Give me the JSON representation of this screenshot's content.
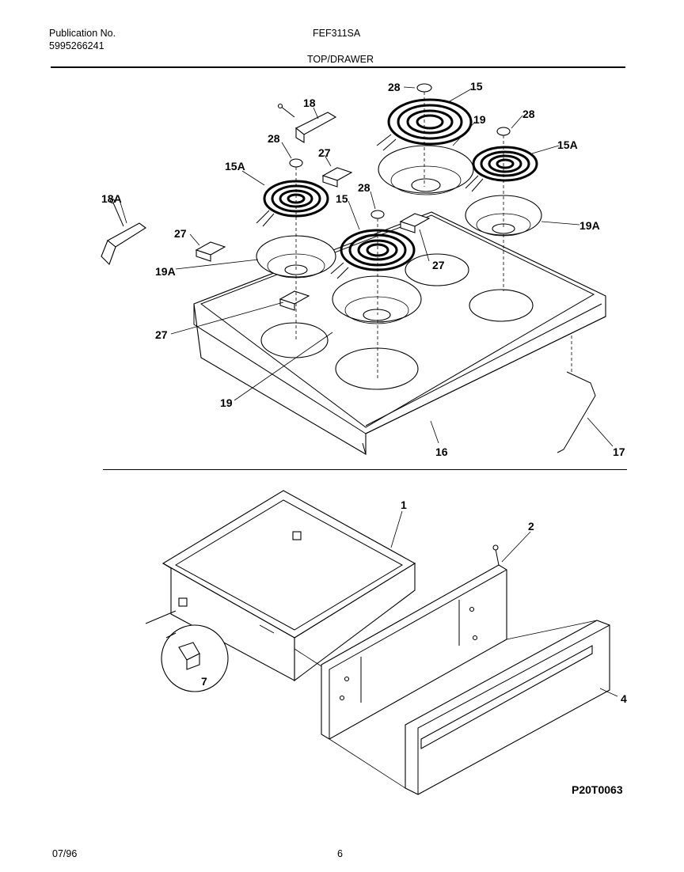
{
  "header": {
    "publication_label": "Publication No.",
    "publication_number": "5995266241",
    "model": "FEF311SA",
    "section_title": "TOP/DRAWER"
  },
  "callouts": {
    "c1": "1",
    "c2": "2",
    "c4": "4",
    "c7": "7",
    "c15_top": "15",
    "c15_mid": "15",
    "c15A_left": "15A",
    "c15A_right": "15A",
    "c16": "16",
    "c17": "17",
    "c18": "18",
    "c18A": "18A",
    "c19_top": "19",
    "c19_bottom": "19",
    "c19A_left": "19A",
    "c19A_right": "19A",
    "c27_a": "27",
    "c27_b": "27",
    "c27_c": "27",
    "c27_d": "27",
    "c28_a": "28",
    "c28_b": "28",
    "c28_c": "28",
    "c28_d": "28"
  },
  "drawing_code": "P20T0063",
  "footer": {
    "date": "07/96",
    "page": "6"
  }
}
